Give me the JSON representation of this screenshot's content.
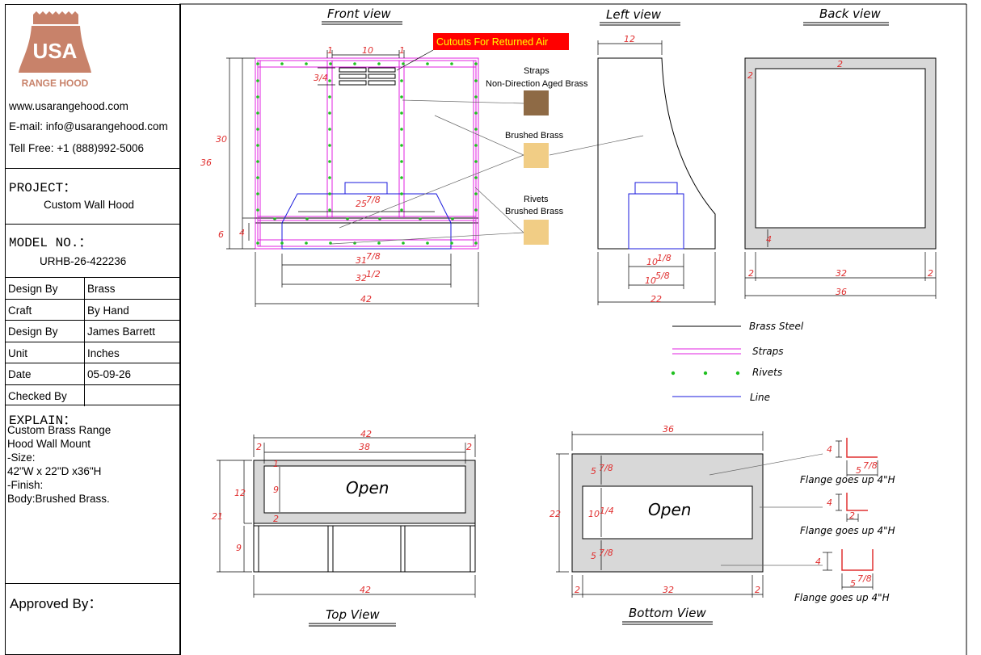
{
  "brand": {
    "logo_top": "USA",
    "logo_bottom": "RANGE HOOD",
    "logo_color": "#c8826a"
  },
  "contact": {
    "website": "www.usarangehood.com",
    "email": "E-mail: info@usarangehood.com",
    "phone": "Tell Free: +1 (888)992-5006"
  },
  "project": {
    "heading": "PROJECT：",
    "value": "Custom Wall Hood"
  },
  "model": {
    "heading": "MODEL NO.：",
    "value": "URHB-26-422236"
  },
  "spec_table": [
    {
      "key": "Design By",
      "value": "Brass"
    },
    {
      "key": "Craft",
      "value": "By Hand"
    },
    {
      "key": "Design By",
      "value": "James Barrett"
    },
    {
      "key": "Unit",
      "value": "Inches"
    },
    {
      "key": "Date",
      "value": "05-09-26"
    },
    {
      "key": "Checked By",
      "value": ""
    }
  ],
  "explain": {
    "heading": "EXPLAIN：",
    "lines": [
      "Custom Brass Range",
      "Hood Wall Mount",
      "-Size:",
      "42\"W x 22\"D x36\"H",
      "-Finish:",
      "Body:Brushed Brass."
    ]
  },
  "approved": "Approved By：",
  "views": {
    "front": "Front view",
    "left": "Left view",
    "back": "Back view",
    "top": "Top View",
    "bottom": "Bottom View"
  },
  "callouts": {
    "cutouts": "Cutouts For Returned Air",
    "straps_1": "Straps",
    "straps_2": "Non-Direction Aged Brass",
    "brushed": "Brushed Brass",
    "rivets_1": "Rivets",
    "rivets_2": "Brushed Brass",
    "aged_color": "#8e6a45",
    "brushed_color": "#f1cd85",
    "cutout_bg": "#ff0000",
    "cutout_text_color": "#ffff00"
  },
  "legend": {
    "brass_steel": "Brass Steel",
    "straps": "Straps",
    "rivets": "Rivets",
    "line": "Line"
  },
  "dims": {
    "front": {
      "d10": "10",
      "d1a": "1",
      "d1b": "1",
      "d3_4": "3/4",
      "d30": "30",
      "d36": "36",
      "d6": "6",
      "d4": "4",
      "d25": "25",
      "d25f": "7/8",
      "d31": "31",
      "d31f": "7/8",
      "d32": "32",
      "d32f": "1/2",
      "d42": "42"
    },
    "left": {
      "d12": "12",
      "d10": "10",
      "d10f": "1/8",
      "d10b": "10",
      "d10bf": "5/8",
      "d22": "22"
    },
    "back": {
      "d2a": "2",
      "d2b": "2",
      "d4": "4",
      "d2c": "2",
      "d32": "32",
      "d2d": "2",
      "d36": "36"
    },
    "top": {
      "d42a": "42",
      "d38": "38",
      "d2a": "2",
      "d2b": "2",
      "d1": "1",
      "d9a": "9",
      "d12": "12",
      "d21": "21",
      "d2c": "2",
      "d9b": "9",
      "d42b": "42"
    },
    "bottom": {
      "d36": "36",
      "d5a": "5",
      "d5af": "7/8",
      "d22": "22",
      "d10": "10",
      "d10f": "1/4",
      "d5b": "5",
      "d5bf": "7/8",
      "d2a": "2",
      "d32": "32",
      "d2b": "2"
    },
    "flange": {
      "d4a": "4",
      "d5a": "5",
      "d5af": "7/8",
      "d4b": "4",
      "d2": "2",
      "d4c": "4",
      "d5c": "5",
      "d5cf": "7/8"
    }
  },
  "open_label": "Open",
  "flange_text": "Flange goes up 4\"H",
  "colors": {
    "dim_red": "#e03030",
    "strap_magenta": "#e020e0",
    "rivet_green": "#20c020",
    "line_blue": "#1a1adc",
    "shade_gray": "#d8d8d8"
  }
}
